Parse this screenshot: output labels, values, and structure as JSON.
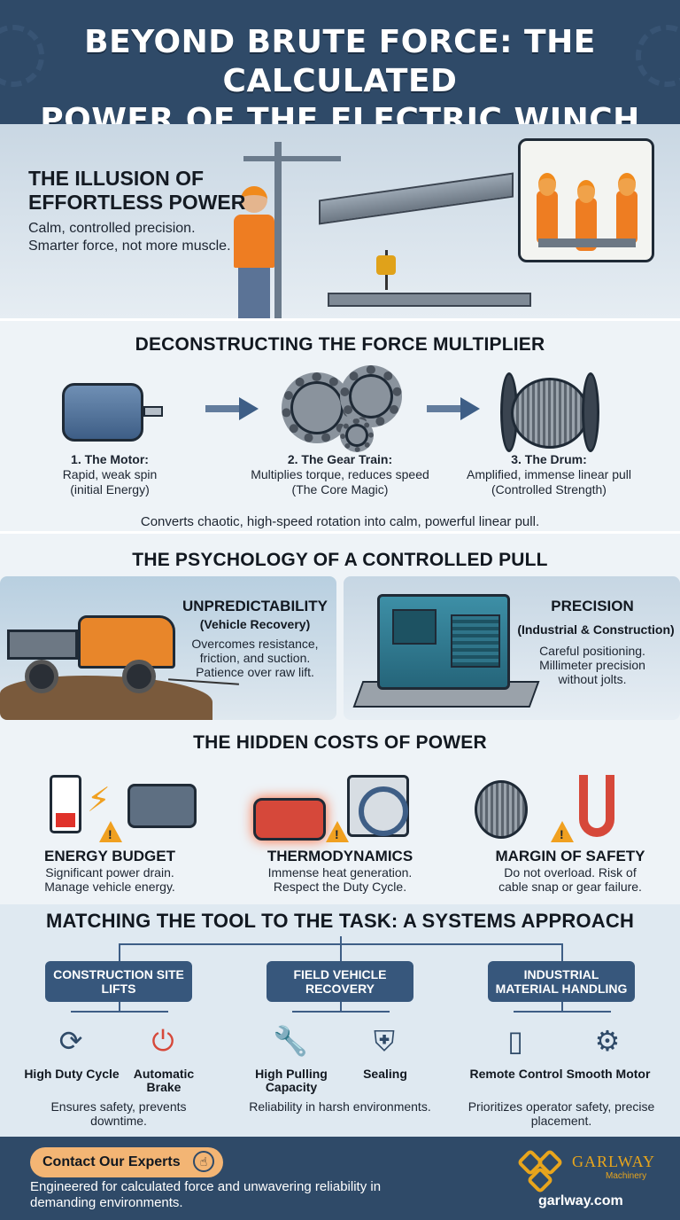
{
  "header": {
    "title_line1": "BEYOND BRUTE FORCE: THE CALCULATED",
    "title_line2": "POWER OF THE ELECTRIC WINCH"
  },
  "hero": {
    "title": "THE ILLUSION OF EFFORTLESS POWER",
    "text": "Calm, controlled precision. Smarter force, not more muscle."
  },
  "deconstruct": {
    "title": "DECONSTRUCTING THE FORCE MULTIPLIER",
    "steps": [
      {
        "label": "1. The Motor:",
        "line1": "Rapid, weak spin",
        "line2": "(initial Energy)"
      },
      {
        "label": "2. The Gear Train:",
        "line1": "Multiplies torque, reduces speed",
        "line2": "(The Core Magic)"
      },
      {
        "label": "3. The Drum:",
        "line1": "Amplified, immense linear pull",
        "line2": "(Controlled Strength)"
      }
    ],
    "summary": "Converts chaotic, high-speed rotation into calm, powerful linear pull."
  },
  "psychology": {
    "title": "THE PSYCHOLOGY OF A CONTROLLED PULL",
    "left": {
      "title": "UNPREDICTABILITY",
      "subtitle": "(Vehicle Recovery)",
      "line1": "Overcomes resistance,",
      "line2": "friction, and suction.",
      "line3": "Patience over raw lift."
    },
    "right": {
      "title": "PRECISION",
      "subtitle": "(Industrial & Construction)",
      "line1": "Careful positioning.",
      "line2": "Millimeter precision",
      "line3": "without jolts."
    }
  },
  "costs": {
    "title": "THE HIDDEN COSTS OF POWER",
    "items": [
      {
        "title": "ENERGY BUDGET",
        "line1": "Significant power drain.",
        "line2": "Manage vehicle energy."
      },
      {
        "title": "THERMODYNAMICS",
        "line1": "Immense heat generation.",
        "line2": "Respect the Duty Cycle."
      },
      {
        "title": "MARGIN OF SAFETY",
        "line1": "Do not overload. Risk of",
        "line2": "cable snap or gear failure."
      }
    ]
  },
  "matching": {
    "title": "MATCHING THE TOOL TO THE TASK: A SYSTEMS APPROACH",
    "categories": [
      {
        "name": "CONSTRUCTION SITE LIFTS",
        "feat1": "High Duty Cycle",
        "feat2": "Automatic Brake",
        "desc": "Ensures safety, prevents downtime."
      },
      {
        "name": "FIELD VEHICLE RECOVERY",
        "feat1": "High Pulling Capacity",
        "feat2": "Sealing",
        "desc": "Reliability in harsh environments."
      },
      {
        "name": "INDUSTRIAL MATERIAL HANDLING",
        "feat1": "Remote Control",
        "feat2": "Smooth Motor",
        "desc": "Prioritizes operator safety, precise placement."
      }
    ]
  },
  "footer": {
    "cta": "Contact Our Experts",
    "tagline": "Engineered for calculated force and unwavering reliability in demanding environments.",
    "brand": "GARLWAY",
    "brand_sub": "Machinery",
    "site": "garlway.com"
  },
  "colors": {
    "navy": "#2f4a68",
    "orange": "#ee7d22",
    "warning": "#f0a020",
    "alert_red": "#d6483a"
  }
}
